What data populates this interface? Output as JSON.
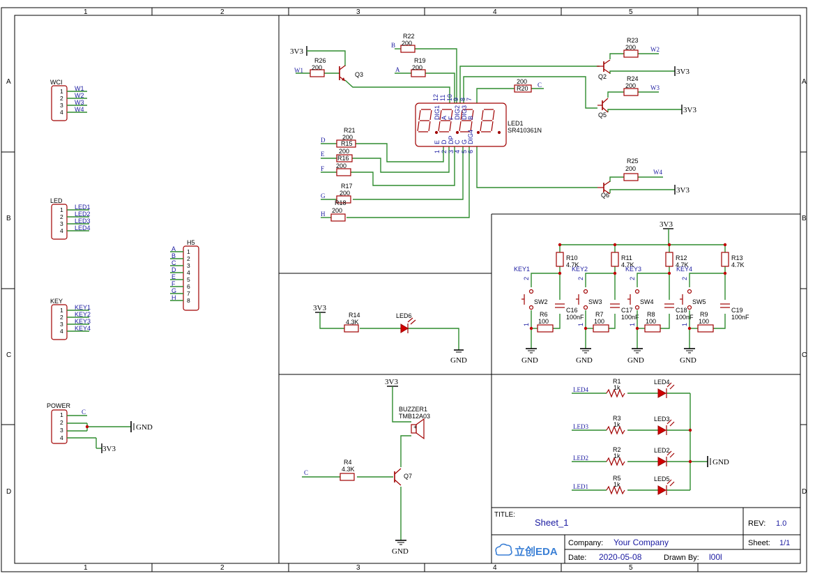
{
  "frame": {
    "columns": [
      "1",
      "2",
      "3",
      "4",
      "5"
    ],
    "rows": [
      "A",
      "B",
      "C",
      "D"
    ]
  },
  "title_block": {
    "title_label": "TITLE:",
    "title": "Sheet_1",
    "rev_label": "REV:",
    "rev": "1.0",
    "company_label": "Company:",
    "company": "Your Company",
    "sheet_label": "Sheet:",
    "sheet": "1/1",
    "date_label": "Date:",
    "date": "2020-05-08",
    "drawn_label": "Drawn By:",
    "drawn_by": "l00l",
    "logo": "立创EDA"
  },
  "connectors": {
    "wci": {
      "name": "WCI",
      "pins": [
        "1",
        "2",
        "3",
        "4"
      ],
      "nets": [
        "W1",
        "W2",
        "W3",
        "W4"
      ]
    },
    "led": {
      "name": "LED",
      "pins": [
        "1",
        "2",
        "3",
        "4"
      ],
      "nets": [
        "LED1",
        "LED2",
        "LED3",
        "LED4"
      ]
    },
    "key": {
      "name": "KEY",
      "pins": [
        "1",
        "2",
        "3",
        "4"
      ],
      "nets": [
        "KEY1",
        "KEY2",
        "KEY3",
        "KEY4"
      ]
    },
    "power": {
      "name": "POWER",
      "pins": [
        "1",
        "2",
        "3",
        "4"
      ],
      "net_c": "C",
      "gnd": "GND",
      "v33": "3V3"
    },
    "h5": {
      "name": "H5",
      "pins": [
        "1",
        "2",
        "3",
        "4",
        "5",
        "6",
        "7",
        "8"
      ],
      "nets": [
        "A",
        "B",
        "C",
        "D",
        "E",
        "F",
        "G",
        "H"
      ]
    }
  },
  "display": {
    "designator": "LED1",
    "part": "SR410361N",
    "top_pins": [
      "12",
      "11",
      "10",
      "9",
      "8",
      "7"
    ],
    "top_names": [
      "DIG1",
      "A",
      "F",
      "DIG2",
      "DIG3",
      "B"
    ],
    "bottom_pins": [
      "1",
      "2",
      "3",
      "4",
      "5",
      "6"
    ],
    "bottom_names": [
      "E",
      "D",
      "DP",
      "C",
      "G",
      "DIG4"
    ]
  },
  "resistors": {
    "r22": {
      "ref": "R22",
      "val": "200",
      "net": "B"
    },
    "r19": {
      "ref": "R19",
      "val": "200",
      "net": "A"
    },
    "r26": {
      "ref": "R26",
      "val": "200",
      "net": "W1"
    },
    "r20": {
      "ref": "R20",
      "val": "200",
      "net": "C"
    },
    "r23": {
      "ref": "R23",
      "val": "200",
      "net": "W2"
    },
    "r24": {
      "ref": "R24",
      "val": "200",
      "net": "W3"
    },
    "r25": {
      "ref": "R25",
      "val": "200",
      "net": "W4"
    },
    "r21": {
      "ref": "R21",
      "val": "200",
      "net": "D",
      "ref2": "R15"
    },
    "r16": {
      "ref": "R16",
      "val": "200",
      "net": "E"
    },
    "rf": {
      "val": "200",
      "net": "F"
    },
    "r17": {
      "ref": "R17",
      "val": "200",
      "net": "G"
    },
    "r18": {
      "ref": "R18",
      "val": "200",
      "net": "H"
    },
    "r14": {
      "ref": "R14",
      "val": "4.3K"
    },
    "r4": {
      "ref": "R4",
      "val": "4.3K",
      "net": "C"
    }
  },
  "transistors": {
    "q3": "Q3",
    "q2": "Q2",
    "q5": "Q5",
    "q6": "Q6",
    "q7": "Q7"
  },
  "power": {
    "v33": "3V3",
    "gnd": "GND"
  },
  "led_indicator": {
    "ref": "LED6"
  },
  "buzzer": {
    "ref": "BUZZER1",
    "part": "TMB12A03"
  },
  "keys": {
    "pullups": [
      {
        "ref": "R10",
        "val": "4.7K"
      },
      {
        "ref": "R11",
        "val": "4.7K"
      },
      {
        "ref": "R12",
        "val": "4.7K"
      },
      {
        "ref": "R13",
        "val": "4.7K"
      }
    ],
    "switches": [
      "SW2",
      "SW3",
      "SW4",
      "SW5"
    ],
    "nets": [
      "KEY1",
      "KEY2",
      "KEY3",
      "KEY4"
    ],
    "series": [
      {
        "ref": "R6",
        "val": "100"
      },
      {
        "ref": "R7",
        "val": "100"
      },
      {
        "ref": "R8",
        "val": "100"
      },
      {
        "ref": "R9",
        "val": "100"
      }
    ],
    "caps": [
      {
        "ref": "C16",
        "val": "100nF"
      },
      {
        "ref": "C17",
        "val": "100nF"
      },
      {
        "ref": "C18",
        "val": "100nF"
      },
      {
        "ref": "C19",
        "val": "100nF"
      }
    ],
    "pin1": "1",
    "pin2": "2"
  },
  "leds": {
    "rows": [
      {
        "net": "LED4",
        "res": "R1",
        "val": "1k",
        "led": "LED4"
      },
      {
        "net": "LED3",
        "res": "R3",
        "val": "1k",
        "led": "LED3"
      },
      {
        "net": "LED2",
        "res": "R2",
        "val": "1k",
        "led": "LED2"
      },
      {
        "net": "LED1",
        "res": "R5",
        "val": "1k",
        "led": "LED5"
      }
    ]
  }
}
